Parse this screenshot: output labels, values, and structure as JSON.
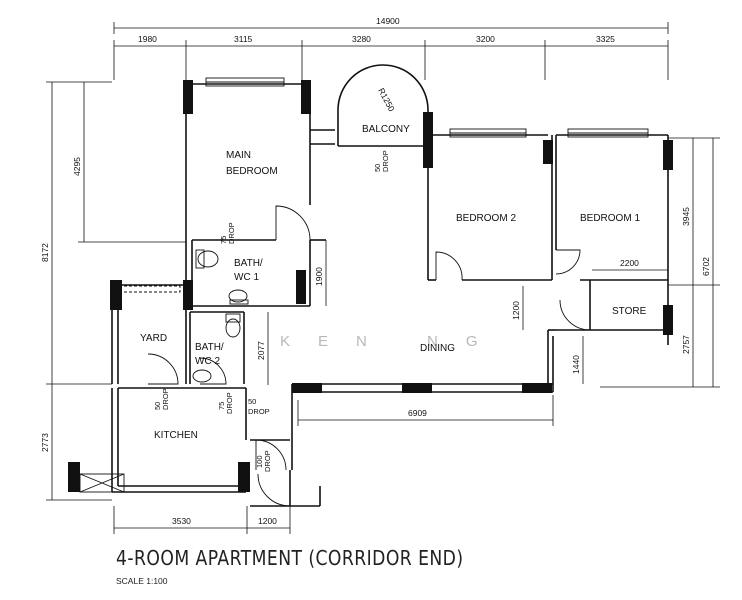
{
  "rooms": {
    "main_bedroom_1": "MAIN",
    "main_bedroom_2": "BEDROOM",
    "balcony": "BALCONY",
    "bedroom2": "BEDROOM 2",
    "bedroom1": "BEDROOM 1",
    "bath_wc1_1": "BATH/",
    "bath_wc1_2": "WC 1",
    "bath_wc2_1": "BATH/",
    "bath_wc2_2": "WC 2",
    "yard": "YARD",
    "kitchen": "KITCHEN",
    "dining": "DINING",
    "store": "STORE"
  },
  "dimensions": {
    "total_width": "14900",
    "top_1": "1980",
    "top_2": "3115",
    "top_3": "3280",
    "top_4": "3200",
    "top_5": "3325",
    "left_total": "8172",
    "left_upper": "4295",
    "left_lower": "2773",
    "right_upper": "3945",
    "right_total": "6702",
    "right_lower": "2757",
    "wc1_height": "1900",
    "wc2_height": "2077",
    "dining_width": "6909",
    "store_width": "2200",
    "step_1200": "1200",
    "step_1440": "1440",
    "bottom_left": "3530",
    "bottom_right": "1200",
    "balcony_radius": "R1250"
  },
  "drops": {
    "d1_a": "75",
    "d1_b": "DROP",
    "d2_a": "50",
    "d2_b": "DROP",
    "d3_a": "50",
    "d3_b": "DROP",
    "d4_a": "75",
    "d4_b": "DROP",
    "d4_c": "50",
    "d4_d": "DROP",
    "d5_a": "100",
    "d5_b": "DROP"
  },
  "watermark": "KEN NG",
  "title": "4-ROOM APARTMENT (CORRIDOR END)",
  "scale": "SCALE 1:100"
}
